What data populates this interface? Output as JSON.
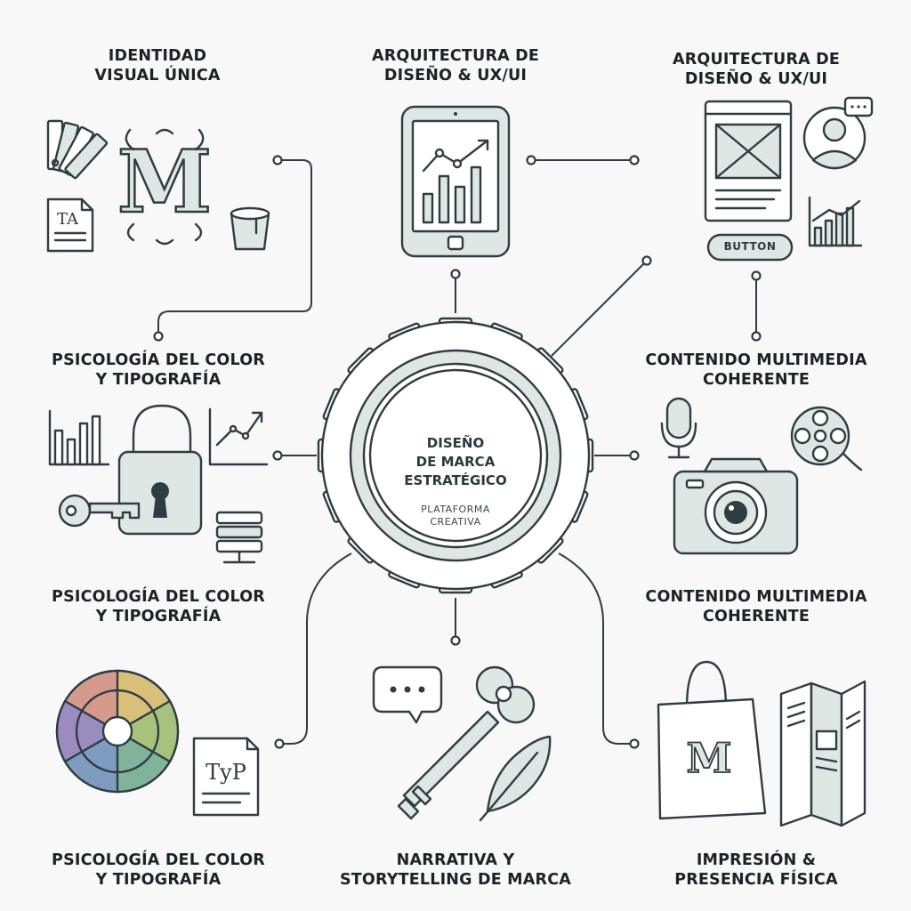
{
  "nodes": [
    {
      "id": "top-left",
      "line1": "IDENTIDAD",
      "line2": "VISUAL ÚNICA"
    },
    {
      "id": "top-center",
      "line1": "ARQUITECTURA DE",
      "line2": "DISEÑO & UX/UI"
    },
    {
      "id": "top-right",
      "line1": "ARQUITECTURA DE",
      "line2": "DISEÑO & UX/UI"
    },
    {
      "id": "mid-left-a",
      "line1": "PSICOLOGÍA DEL COLOR",
      "line2": "Y TIPOGRAFÍA"
    },
    {
      "id": "mid-right-a",
      "line1": "CONTENIDO MULTIMEDIA",
      "line2": "COHERENTE"
    },
    {
      "id": "mid-left-b",
      "line1": "PSICOLOGÍA DEL COLOR",
      "line2": "Y TIPOGRAFÍA"
    },
    {
      "id": "mid-right-b",
      "line1": "CONTENIDO MULTIMEDIA",
      "line2": "COHERENTE"
    },
    {
      "id": "bottom-left",
      "line1": "PSICOLOGÍA DEL COLOR",
      "line2": "Y TIPOGRAFÍA"
    },
    {
      "id": "bottom-center",
      "line1": "NARRATIVA Y",
      "line2": "STORYTELLING DE MARCA"
    },
    {
      "id": "bottom-right",
      "line1": "IMPRESIÓN &",
      "line2": "PRESENCIA FÍSICA"
    }
  ],
  "hub": {
    "line1": "DISEÑO",
    "line2": "DE MARCA",
    "line3": "ESTRATÉGICO",
    "sub1": "PLATAFORMA",
    "sub2": "CREATIVA"
  },
  "ui_button_label": "BUTTON",
  "icon_texts": {
    "ta": "TA",
    "typ": "TyP",
    "monogram": "M"
  },
  "colors": {
    "stroke": "#2f3d42",
    "fill": "#dfe7e4",
    "accent": "#c9d6d2",
    "background": "#f7f8f7"
  }
}
